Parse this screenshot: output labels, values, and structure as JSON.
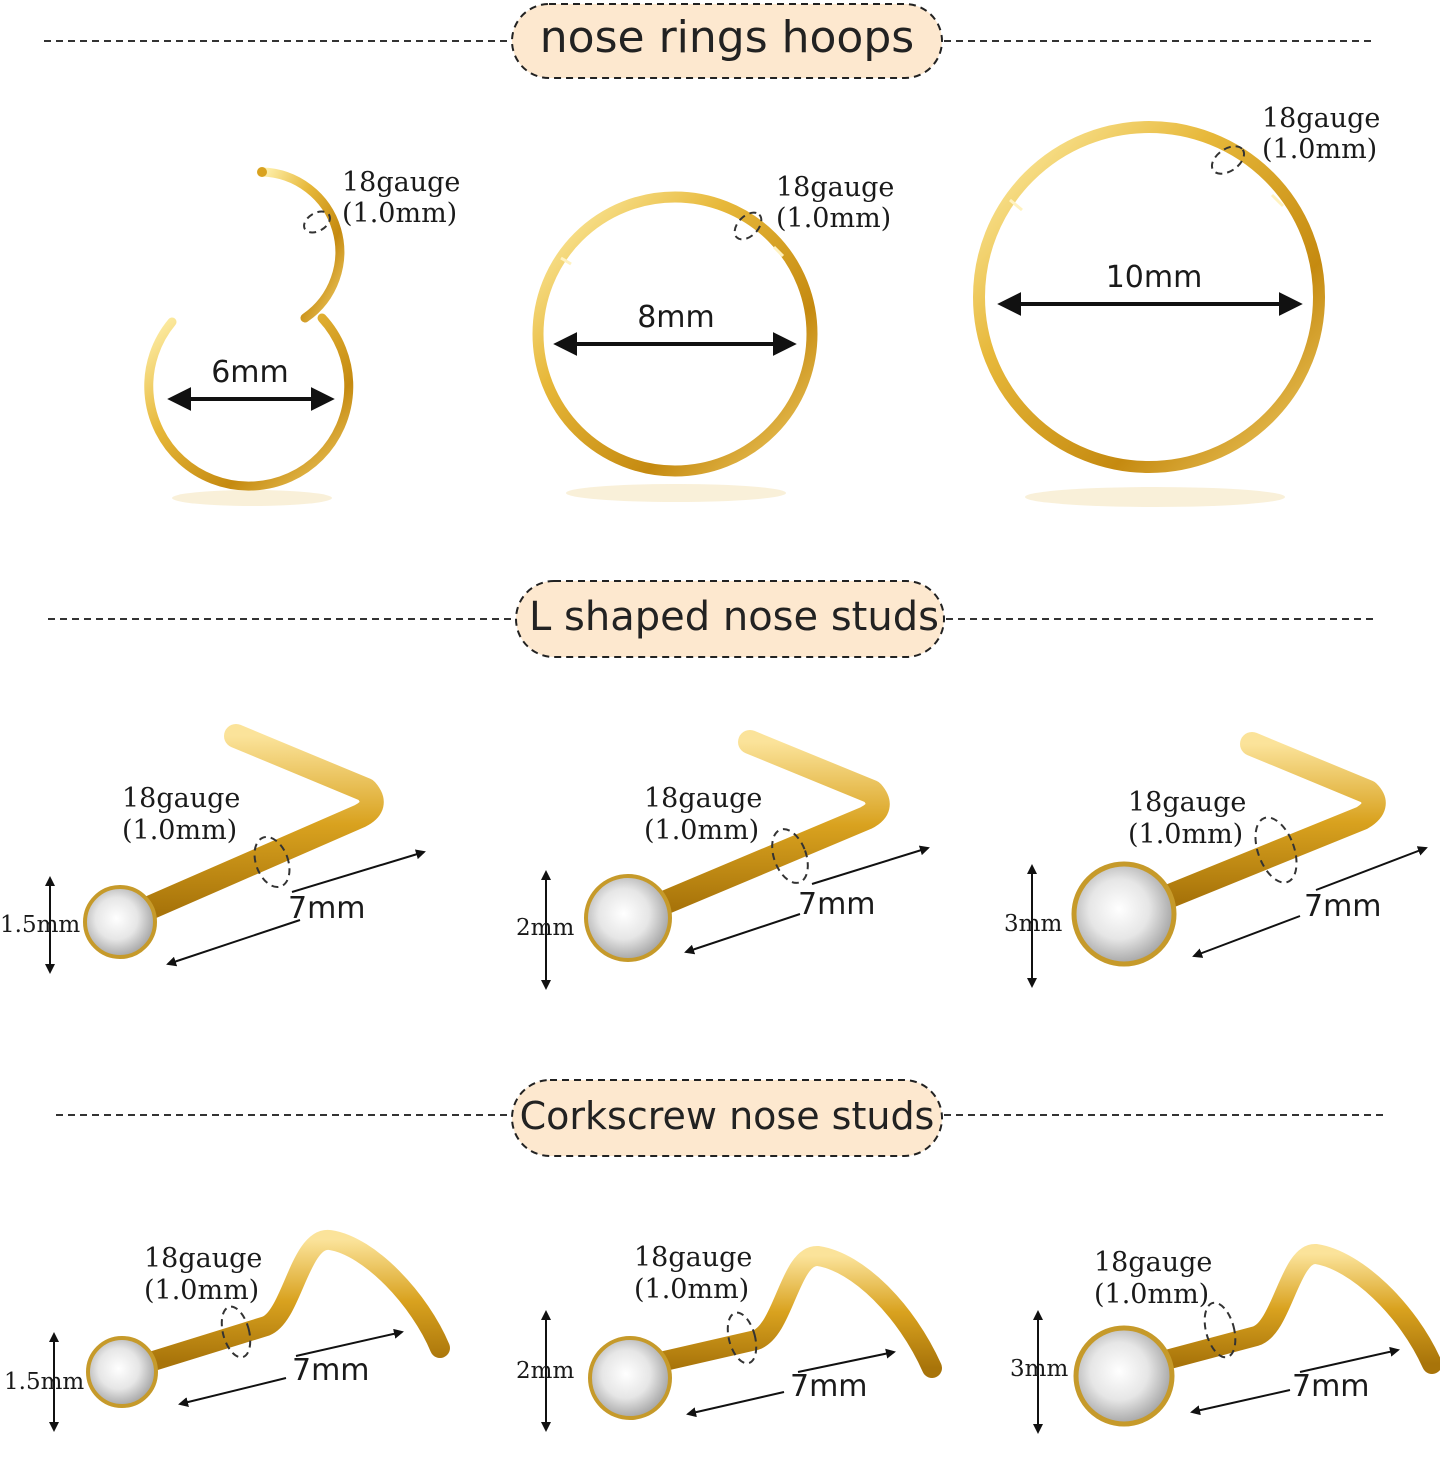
{
  "sections": {
    "hoops": {
      "title": "nose rings hoops"
    },
    "l_shaped": {
      "title": "L shaped nose studs"
    },
    "corkscrew": {
      "title": "Corkscrew nose studs"
    }
  },
  "gauge": {
    "line1": "18gauge",
    "line2": "(1.0mm)"
  },
  "hoops": [
    {
      "diameter": "6mm"
    },
    {
      "diameter": "8mm"
    },
    {
      "diameter": "10mm"
    }
  ],
  "l_studs": [
    {
      "gem": "1.5mm",
      "length": "7mm"
    },
    {
      "gem": "2mm",
      "length": "7mm"
    },
    {
      "gem": "3mm",
      "length": "7mm"
    }
  ],
  "corkscrew_studs": [
    {
      "gem": "1.5mm",
      "length": "7mm"
    },
    {
      "gem": "2mm",
      "length": "7mm"
    },
    {
      "gem": "3mm",
      "length": "7mm"
    }
  ],
  "colors": {
    "gold": "#d9a21f",
    "gold_light": "#f7dc7a",
    "pill_fill": "#fde8cf",
    "gem": "#e8e8e8"
  }
}
